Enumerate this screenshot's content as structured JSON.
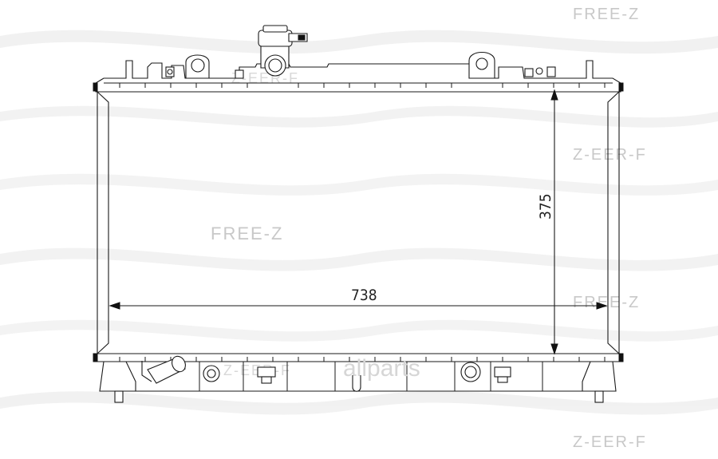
{
  "diagram": {
    "dimensions": {
      "width_label": "738",
      "height_label": "375"
    },
    "watermarks": {
      "brand": "FREE-Z",
      "brand_mirrored": "Z-EER-F",
      "site": "allparts"
    }
  }
}
